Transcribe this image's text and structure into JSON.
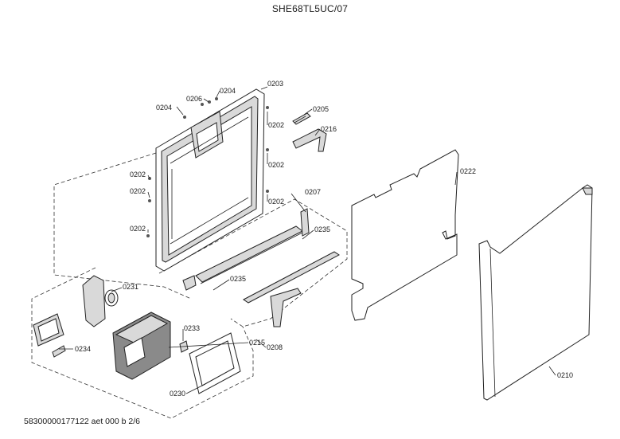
{
  "title": "SHE68TL5UC/07",
  "footer": "58300000177122 aet 000 b 2/6",
  "labels": {
    "p0203": "0203",
    "p0204a": "0204",
    "p0204b": "0204",
    "p0206": "0206",
    "p0205": "0205",
    "p0216": "0216",
    "p0202a": "0202",
    "p0202b": "0202",
    "p0202c": "0202",
    "p0202d": "0202",
    "p0202e": "0202",
    "p0202f": "0202",
    "p0207": "0207",
    "p0235a": "0235",
    "p0235b": "0235",
    "p0222": "0222",
    "p0231": "0231",
    "p0233": "0233",
    "p0234": "0234",
    "p0215": "0215",
    "p0230": "0230",
    "p0208": "0208",
    "p0210": "0210"
  }
}
